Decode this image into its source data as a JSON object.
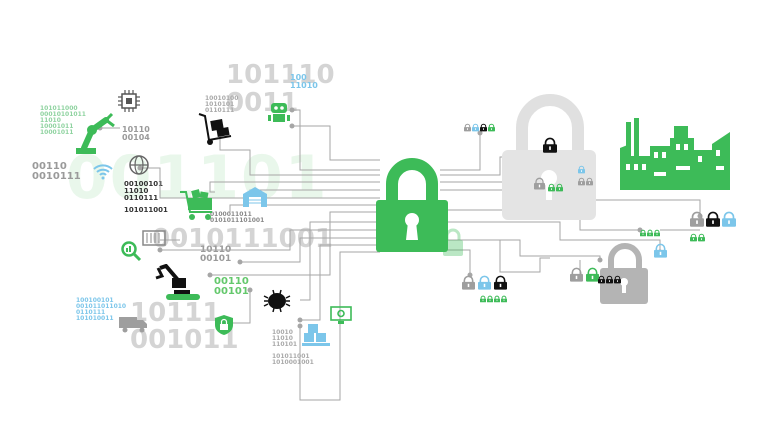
{
  "binary": {
    "top_center": "101110",
    "top_center_2": "0011",
    "top_blue": "100\n11010",
    "left_cluster": "101011000\n00010101011\n11010\n10001011\n10001011",
    "left_small": "10110\n00104",
    "left_gray": "00110\n0010111",
    "left_black": "00100101\n11010\n0110111",
    "left_black_2": "101011001",
    "huge_green": "001101",
    "center_big": "0010111001",
    "center_small": "10010100\n1010101\n0110111",
    "center_mid": "0100011011\n0101011101001",
    "center_mid_2": "10110\n00101",
    "green_mid": "00110\n00101",
    "bottom_big": "10111\n001011",
    "bottom_left_blue": "100100101\n001011011010\n0110111\n101010011",
    "bottom_center_gray": "10010\n11010\n110101",
    "bottom_center_gray_2": "101011001\n1010001001"
  },
  "colors": {
    "green": "#3dbb58",
    "green_light": "#64c86c",
    "gray": "#9e9e9e",
    "gray_light": "#dcdcdc",
    "black": "#111111",
    "blue": "#7cc6ea"
  },
  "icons": [
    "robot-arm-icon",
    "cpu-chip-icon",
    "wifi-icon",
    "globe-icon",
    "hand-truck-icon",
    "robot-icon",
    "shopping-cart-icon",
    "warehouse-icon",
    "shipping-container-icon",
    "search-icon",
    "excavator-icon",
    "shield-lock-icon",
    "chip-icon",
    "delivery-truck-icon",
    "pallet-boxes-icon",
    "monitor-gear-icon",
    "factory-icon",
    "padlock-icon"
  ]
}
